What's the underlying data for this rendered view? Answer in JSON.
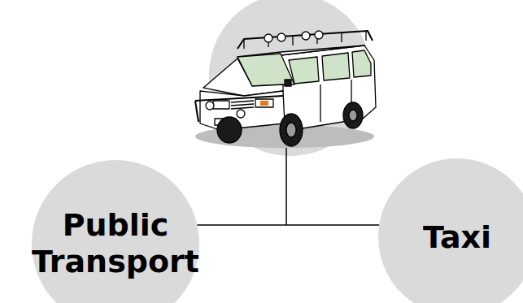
{
  "diagram": {
    "nodes": [
      {
        "text": [
          "Public Transport"
        ]
      },
      {
        "text": [
          "Taxi"
        ]
      }
    ],
    "edges": [
      {
        "from": 0,
        "to": 1,
        "arrow": "none"
      }
    ]
  }
}
